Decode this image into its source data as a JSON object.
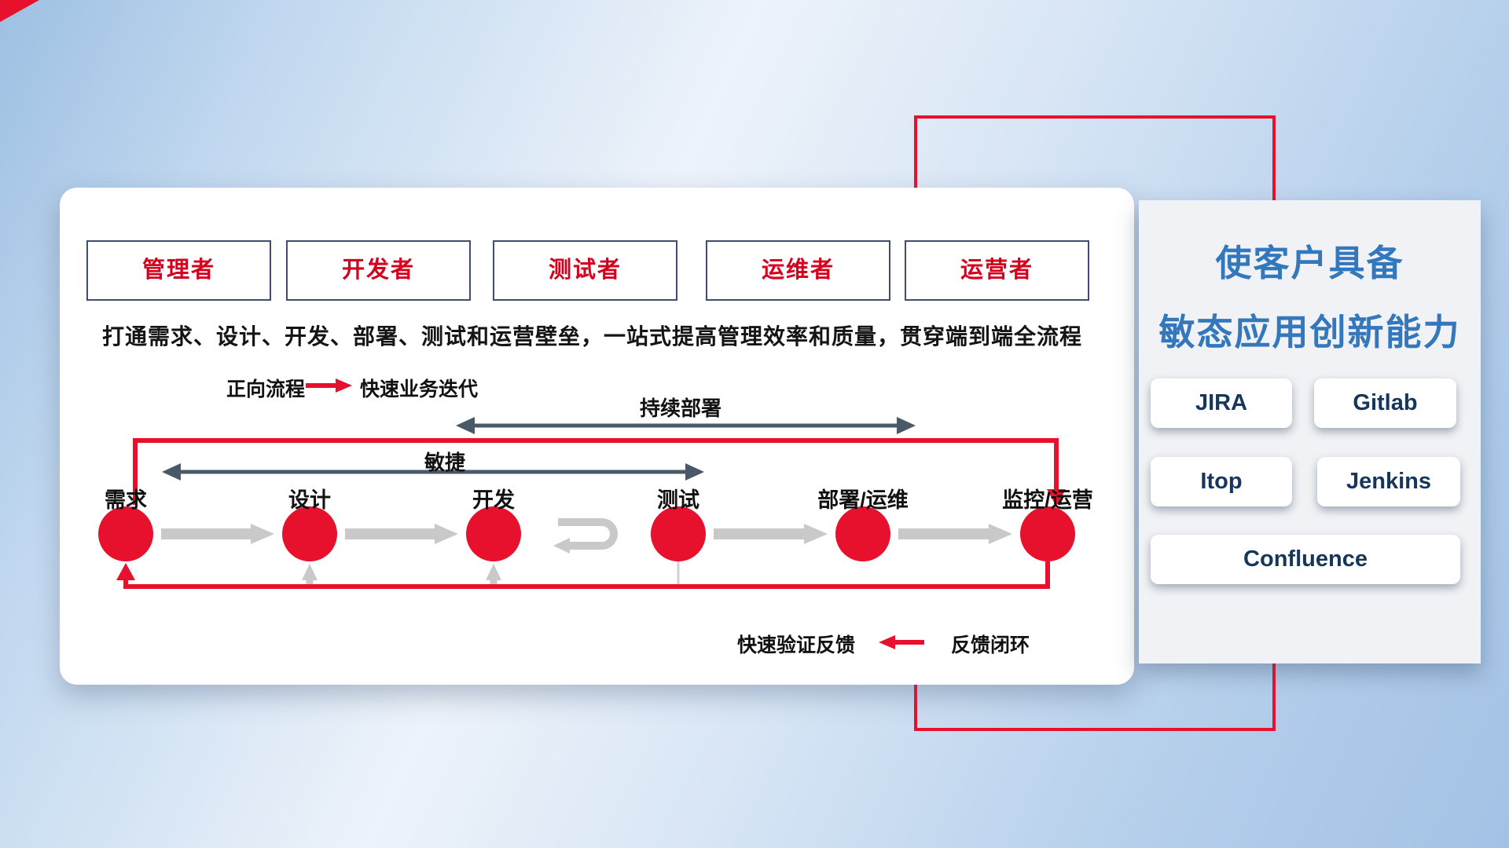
{
  "roles": [
    "管理者",
    "开发者",
    "测试者",
    "运维者",
    "运营者"
  ],
  "description": "打通需求、设计、开发、部署、测试和运营壁垒，一站式提高管理效率和质量，贯穿端到端全流程",
  "legend": {
    "forward_label": "正向流程",
    "forward_value": "快速业务迭代",
    "feedback_value": "快速验证反馈",
    "feedback_label": "反馈闭环"
  },
  "flow": {
    "continuous_deploy": "持续部署",
    "agile": "敏捷",
    "stages": [
      "需求",
      "设计",
      "开发",
      "测试",
      "部署/运维",
      "监控/运营"
    ]
  },
  "side_panel": {
    "title_line1": "使客户具备",
    "title_line2": "敏态应用创新能力",
    "tools": [
      "JIRA",
      "Gitlab",
      "Itop",
      "Jenkins",
      "Confluence"
    ]
  },
  "colors": {
    "accent_red": "#e8112d",
    "role_text_red": "#d6001f",
    "role_border": "#3f4e6e",
    "dark_arrow": "#4a5968",
    "gray_arrow": "#c9c9c9",
    "title_blue": "#3377bd",
    "tool_text": "#16365c"
  }
}
